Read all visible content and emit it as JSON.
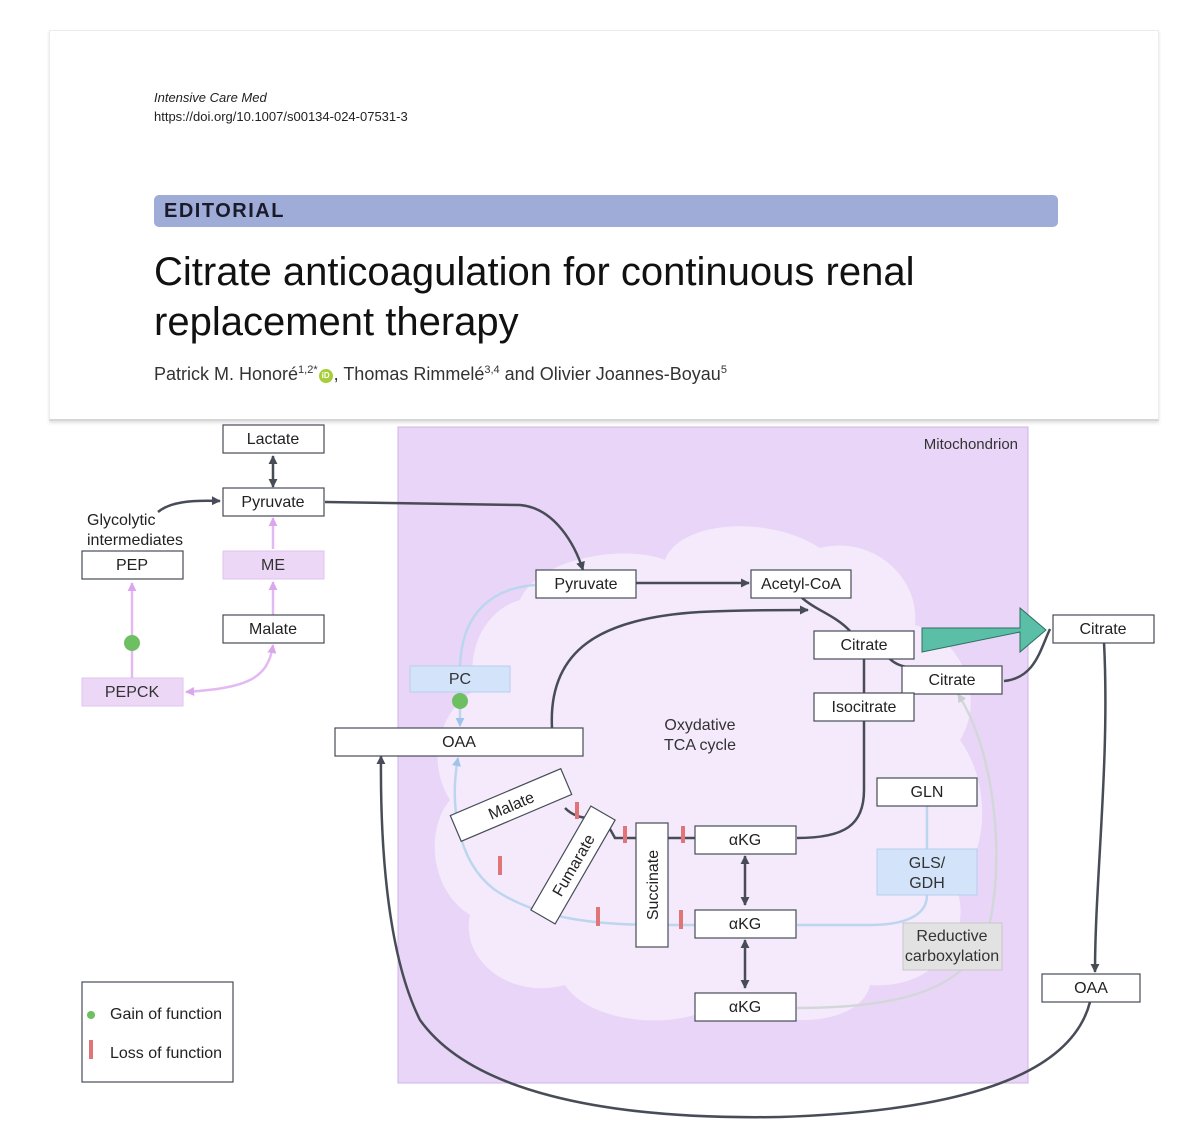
{
  "article": {
    "journal": "Intensive Care Med",
    "doi": "https://doi.org/10.1007/s00134-024-07531-3",
    "section": "EDITORIAL",
    "title": "Citrate anticoagulation for continuous renal replacement therapy",
    "authors": [
      {
        "name": "Patrick M. Honoré",
        "sup": "1,2*"
      },
      {
        "name": "Thomas Rimmelé",
        "sup": "3,4"
      },
      {
        "name": "Olivier Joannes-Boyau",
        "sup": "5"
      }
    ],
    "authors_joiner": "and",
    "orcid_icon": "iD"
  },
  "diagram": {
    "mitochondrion_label": "Mitochondrion",
    "cycle_label_line1": "Oxydative",
    "cycle_label_line2": "TCA cycle",
    "nodes": {
      "lactate": "Lactate",
      "pyruvate_cyto": "Pyruvate",
      "glycolytic_line1": "Glycolytic",
      "glycolytic_line2": "intermediates",
      "pep": "PEP",
      "me": "ME",
      "malate_cyto": "Malate",
      "pepck": "PEPCK",
      "pyruvate_mito": "Pyruvate",
      "acetyl_coa": "Acetyl-CoA",
      "citrate_mito": "Citrate",
      "citrate_mito2": "Citrate",
      "citrate_out": "Citrate",
      "isocitrate": "Isocitrate",
      "pc": "PC",
      "oaa_mito": "OAA",
      "malate_mito": "Malate",
      "fumarate": "Fumarate",
      "succinate": "Succinate",
      "akg_top": "αKG",
      "akg_mid": "αKG",
      "akg_bottom": "αKG",
      "gln": "GLN",
      "gls_line1": "GLS/",
      "gls_line2": "GDH",
      "reductive_line1": "Reductive",
      "reductive_line2": "carboxylation",
      "oaa_out": "OAA"
    },
    "legend": {
      "gain": "Gain of function",
      "loss": "Loss of function"
    },
    "colors": {
      "mitochondrion": "#e9d5f7",
      "matrix": "#f5eafb",
      "enzyme_purple": "#ecd7f7",
      "enzyme_blue": "#d3e3f9",
      "enzyme_gray": "#e2e2e2",
      "export_arrow": "#5bbfa8",
      "gain_dot": "#6dbf62",
      "loss_bar": "#e07476",
      "arrow_dark": "#474c57",
      "arrow_blue": "#bcd6ef",
      "arrow_purple": "#e3b9f1",
      "arrow_gray": "#d3d7da"
    }
  }
}
